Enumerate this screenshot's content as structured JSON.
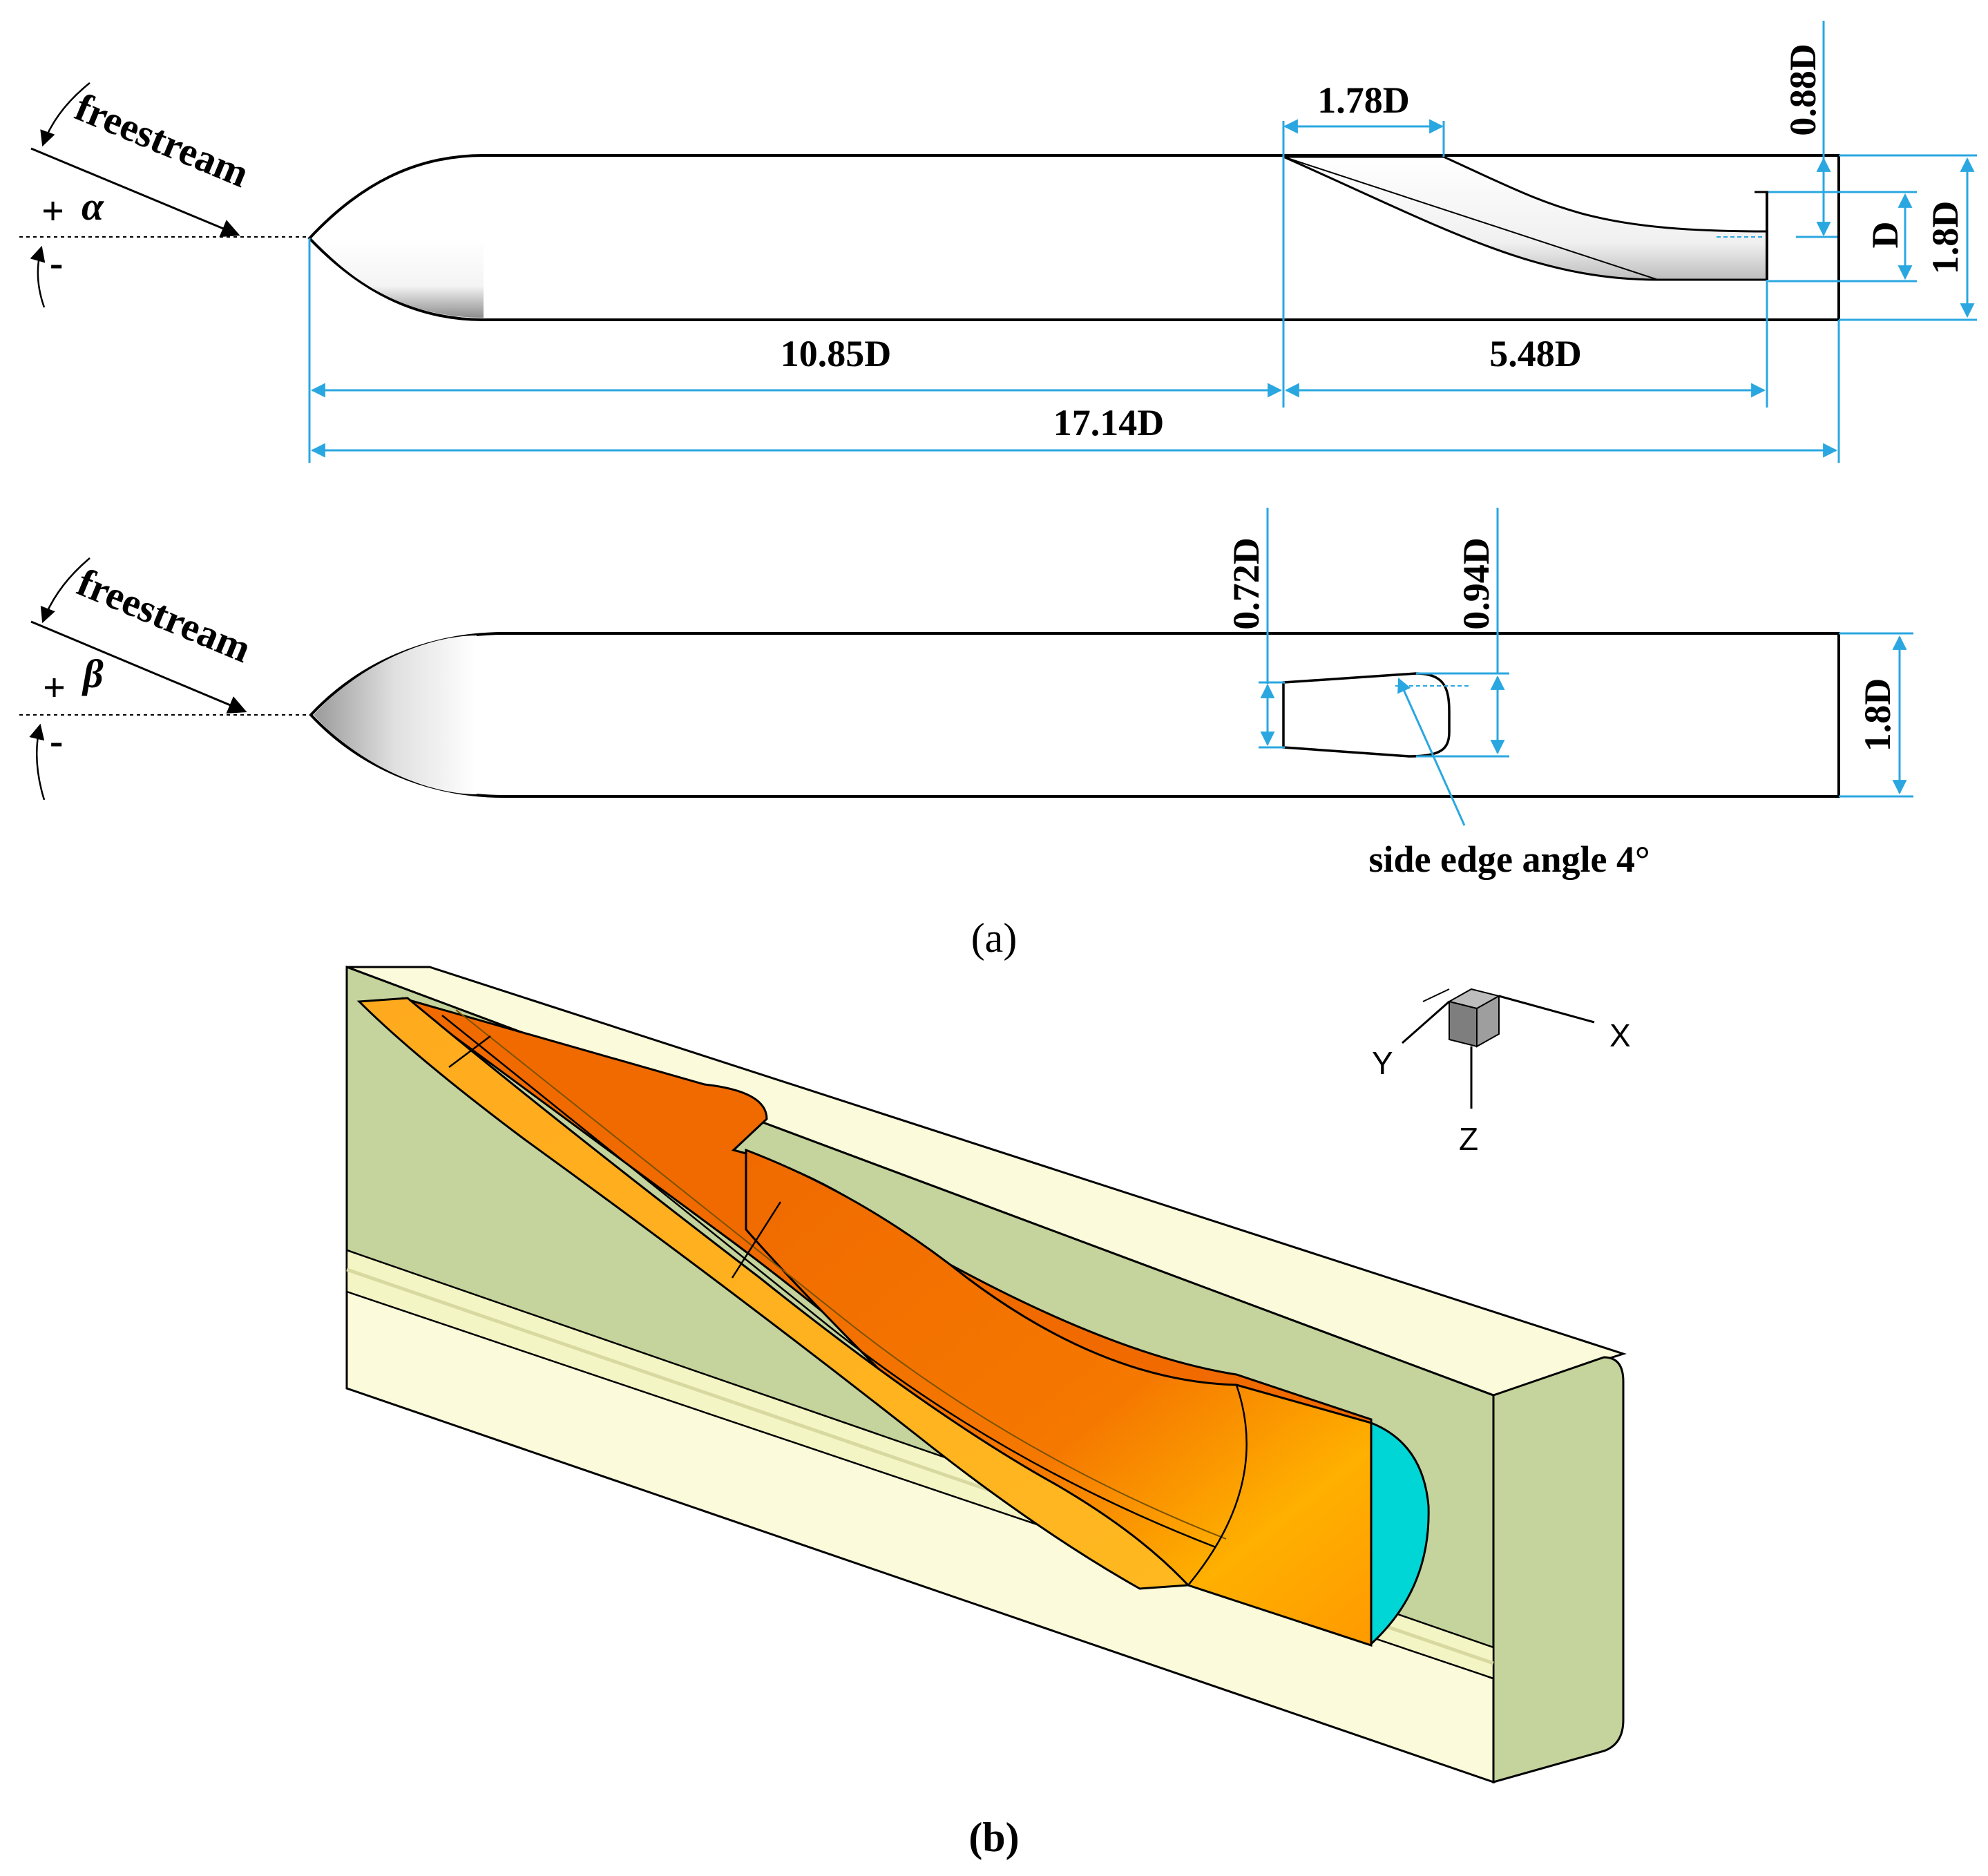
{
  "panel_a": {
    "side_view": {
      "freestream_label": "freestream",
      "angle_positive": "+",
      "angle_symbol": "α",
      "angle_negative": "-",
      "dim_inlet_length": "1.78D",
      "dim_lip_offset": "0.88D",
      "dim_duct_dia": "D",
      "dim_body_dia": "1.8D",
      "dim_forebody": "10.85D",
      "dim_duct": "5.48D",
      "dim_total": "17.14D"
    },
    "top_view": {
      "freestream_label": "freestream",
      "angle_positive": "+",
      "angle_symbol": "β",
      "angle_negative": "-",
      "dim_rear_width": "0.72D",
      "dim_front_width": "0.94D",
      "dim_body_dia": "1.8D",
      "side_edge_label": "side edge angle 4°"
    },
    "caption": "(a)"
  },
  "panel_b": {
    "axis_x": "X",
    "axis_y": "Y",
    "axis_z": "Z",
    "caption": "(b)",
    "colors": {
      "shell": "#fbfbdc",
      "cut_face": "#c5d39c",
      "duct_dark": "#f06a00",
      "duct_light": "#ffb000",
      "outlet": "#00d6d6"
    }
  }
}
